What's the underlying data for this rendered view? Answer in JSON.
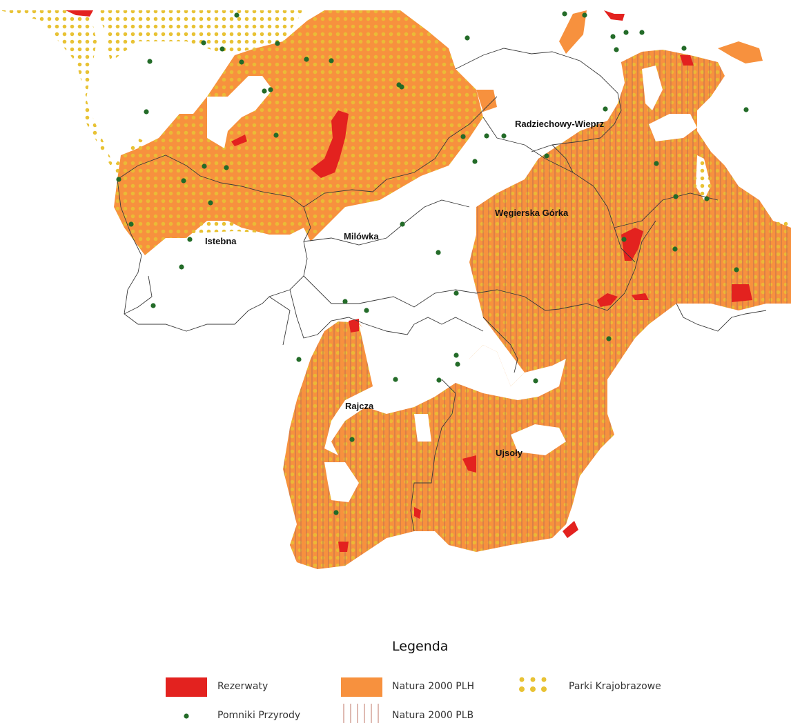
{
  "map": {
    "towns": [
      {
        "id": "istebna",
        "name": "Istebna"
      },
      {
        "id": "milowka",
        "name": "Milówka"
      },
      {
        "id": "radziechowy",
        "name": "Radziechowy-Wieprz"
      },
      {
        "id": "wegierska",
        "name": "Węgierska Górka"
      },
      {
        "id": "rajcza",
        "name": "Rajcza"
      },
      {
        "id": "ujsoly",
        "name": "Ujsoły"
      }
    ]
  },
  "legend": {
    "title": "Legenda",
    "items": [
      {
        "id": "rezerwaty",
        "label": "Rezerwaty",
        "color": "#e3221f",
        "icon": "red-fill-swatch"
      },
      {
        "id": "natura_plh",
        "label": "Natura 2000 PLH",
        "color": "#f7913e",
        "icon": "orange-fill-swatch"
      },
      {
        "id": "parki",
        "label": "Parki Krajobrazowe",
        "color": "#e8c234",
        "icon": "yellow-dot-pattern-swatch"
      },
      {
        "id": "pomniki",
        "label": "Pomniki Przyrody",
        "color": "#236b28",
        "icon": "green-dot-symbol"
      },
      {
        "id": "natura_plb",
        "label": "Natura 2000 PLB",
        "color": "#c98b7e",
        "icon": "vertical-hatch-swatch"
      }
    ]
  }
}
